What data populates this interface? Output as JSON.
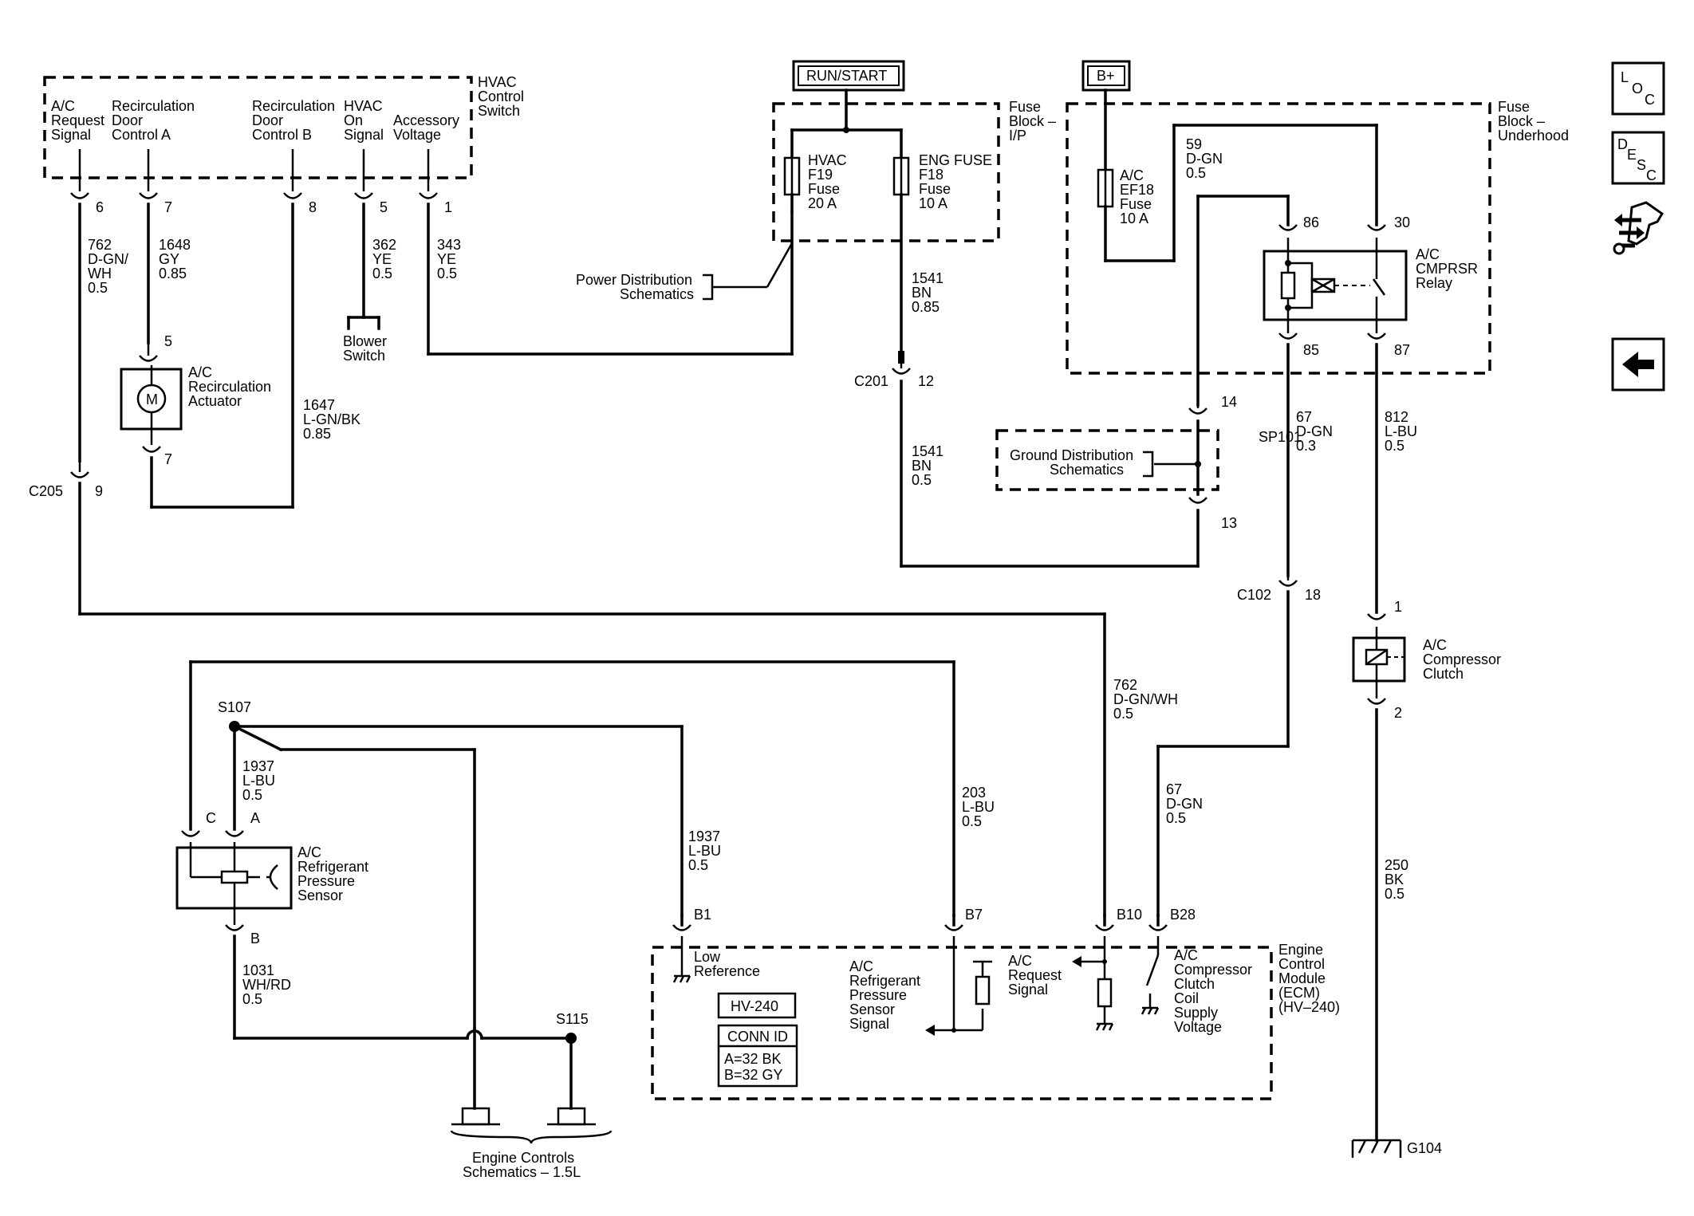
{
  "hvac_switch": {
    "title": [
      "HVAC",
      "Control",
      "Switch"
    ],
    "col_ac_request": [
      "A/C",
      "Request",
      "Signal"
    ],
    "col_recirc_a": [
      "Recirculation",
      "Door",
      "Control A"
    ],
    "col_recirc_b": [
      "Recirculation",
      "Door",
      "Control B"
    ],
    "col_hvac_on": [
      "HVAC",
      "On",
      "Signal"
    ],
    "col_accessory": [
      "Accessory",
      "Voltage"
    ],
    "pins": [
      "6",
      "7",
      "8",
      "5",
      "1"
    ]
  },
  "wires": {
    "w762": [
      "762",
      "D-GN/",
      "WH",
      "0.5"
    ],
    "w1648": [
      "1648",
      "GY",
      "0.85"
    ],
    "w362": [
      "362",
      "YE",
      "0.5"
    ],
    "w343": [
      "343",
      "YE",
      "0.5"
    ],
    "w1647": [
      "1647",
      "L-GN/BK",
      "0.85"
    ],
    "w1541a": [
      "1541",
      "BN",
      "0.85"
    ],
    "w1541b": [
      "1541",
      "BN",
      "0.5"
    ],
    "w59": [
      "59",
      "D-GN",
      "0.5"
    ],
    "w67a": [
      "67",
      "D-GN",
      "0.3"
    ],
    "w812": [
      "812",
      "L-BU",
      "0.5"
    ],
    "w762b": [
      "762",
      "D-GN/WH",
      "0.5"
    ],
    "w1937a": [
      "1937",
      "L-BU",
      "0.5"
    ],
    "w1937b": [
      "1937",
      "L-BU",
      "0.5"
    ],
    "w203": [
      "203",
      "L-BU",
      "0.5"
    ],
    "w67b": [
      "67",
      "D-GN",
      "0.5"
    ],
    "w250": [
      "250",
      "BK",
      "0.5"
    ],
    "w1031": [
      "1031",
      "WH/RD",
      "0.5"
    ]
  },
  "blower": [
    "Blower",
    "Switch"
  ],
  "actuator": {
    "label": [
      "A/C",
      "Recirculation",
      "Actuator"
    ],
    "pin_top": "5",
    "pin_bottom": "7",
    "motor": "M"
  },
  "c205": {
    "name": "C205",
    "pin": "9"
  },
  "run_start": "RUN/START",
  "b_plus": "B+",
  "fuse_ip": {
    "title": [
      "Fuse",
      "Block –",
      "I/P"
    ],
    "f19": [
      "HVAC",
      "F19",
      "Fuse",
      "20 A"
    ],
    "f18": [
      "ENG FUSE",
      "F18",
      "Fuse",
      "10 A"
    ]
  },
  "power_dist": [
    "Power Distribution",
    "Schematics"
  ],
  "c201": {
    "name": "C201",
    "pin": "12"
  },
  "fuse_uh": {
    "title": [
      "Fuse",
      "Block –",
      "Underhood"
    ],
    "ef18": [
      "A/C",
      "EF18",
      "Fuse",
      "10 A"
    ]
  },
  "relay": {
    "label": [
      "A/C",
      "CMPRSR",
      "Relay"
    ],
    "pins": [
      "86",
      "30",
      "85",
      "87"
    ]
  },
  "sp101": {
    "name": "SP101",
    "pin_top": "14",
    "pin_bottom": "13"
  },
  "ground_dist": [
    "Ground Distribution",
    "Schematics"
  ],
  "c102": {
    "name": "C102",
    "pin": "18"
  },
  "clutch": {
    "label": [
      "A/C",
      "Compressor",
      "Clutch"
    ],
    "pin_top": "1",
    "pin_bottom": "2"
  },
  "g104": "G104",
  "s107": "S107",
  "s115": "S115",
  "sensor": {
    "label": [
      "A/C",
      "Refrigerant",
      "Pressure",
      "Sensor"
    ],
    "pins": [
      "C",
      "A",
      "B"
    ]
  },
  "engine_controls": [
    "Engine Controls",
    "Schematics – 1.5L"
  ],
  "ecm": {
    "title": [
      "Engine",
      "Control",
      "Module",
      "(ECM)",
      "(HV–240)"
    ],
    "pins": [
      "B1",
      "B7",
      "B10",
      "B28"
    ],
    "low_ref": [
      "Low",
      "Reference"
    ],
    "sensor_signal": [
      "A/C",
      "Refrigerant",
      "Pressure",
      "Sensor",
      "Signal"
    ],
    "request_signal": [
      "A/C",
      "Request",
      "Signal"
    ],
    "clutch_supply": [
      "A/C",
      "Compressor",
      "Clutch",
      "Coil",
      "Supply",
      "Voltage"
    ],
    "hv240": "HV-240",
    "conn_id": "CONN ID",
    "conn_a": "A=32 BK",
    "conn_b": "B=32 GY"
  },
  "nav": {
    "loc": [
      "L",
      "O",
      "C"
    ],
    "desc": [
      "D",
      "E",
      "S",
      "C"
    ]
  }
}
